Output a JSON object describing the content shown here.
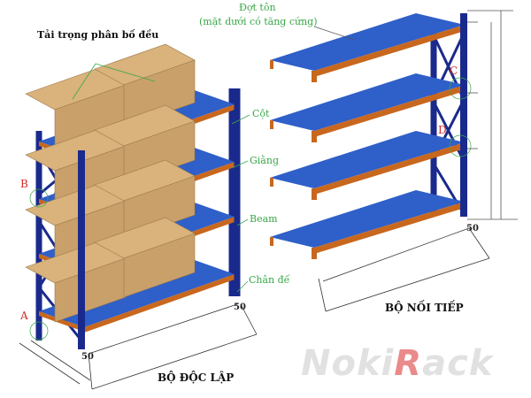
{
  "labels": {
    "load": "Tải trọng phân bố đều",
    "deck": "Đợt tôn",
    "deck_note": "(mặt dưới có tăng cứng)",
    "column": "Cột",
    "brace": "Giằng",
    "beam": "Beam",
    "base": "Chân đế"
  },
  "titles": {
    "standalone": "BỘ ĐỘC LẬP",
    "series": "BỘ NỐI TIẾP"
  },
  "markers": {
    "a": "A",
    "b": "B",
    "c": "C",
    "d": "D"
  },
  "dimensions": {
    "left_a": "50",
    "left_b": "50",
    "right": "50"
  },
  "watermark": {
    "pre": "Noki",
    "accent": "R",
    "post": "ack"
  },
  "colors": {
    "upright": "#1a2a8c",
    "deck": "#2f5fc8",
    "beam": "#c8671e",
    "box": "#c9a06a",
    "label": "#3aa84a"
  }
}
